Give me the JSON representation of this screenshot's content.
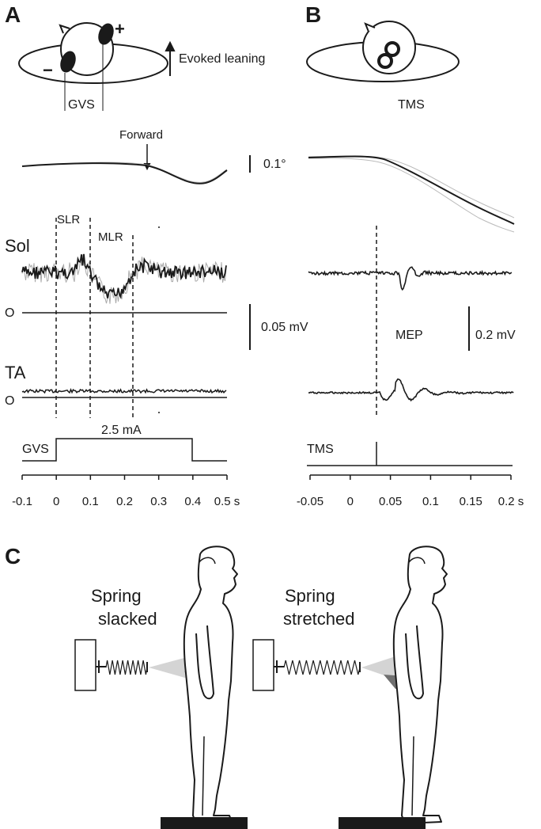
{
  "panels": {
    "a": "A",
    "b": "B",
    "c": "C"
  },
  "panel_a": {
    "plus": "+",
    "minus": "−",
    "evoked": "Evoked leaning",
    "gvs": "GVS",
    "forward": "Forward",
    "angle_scale": "0.1°",
    "sol": "Sol",
    "ta": "TA",
    "slr": "SLR",
    "mlr": "MLR",
    "zero_sol": "O",
    "zero_ta": "O",
    "emg_scale": "0.05 mV",
    "stim_amp": "2.5 mA",
    "stim_name": "GVS",
    "x_ticks": [
      "-0.1",
      "0",
      "0.1",
      "0.2",
      "0.3",
      "0.4",
      "0.5 s"
    ]
  },
  "panel_b": {
    "tms": "TMS",
    "mep": "MEP",
    "emg_scale": "0.2 mV",
    "stim_name": "TMS",
    "x_ticks": [
      "-0.05",
      "0",
      "0.05",
      "0.1",
      "0.15",
      "0.2 s"
    ]
  },
  "panel_c": {
    "left_line1": "Spring",
    "left_line2": "slacked",
    "right_line1": "Spring",
    "right_line2": "stretched"
  }
}
